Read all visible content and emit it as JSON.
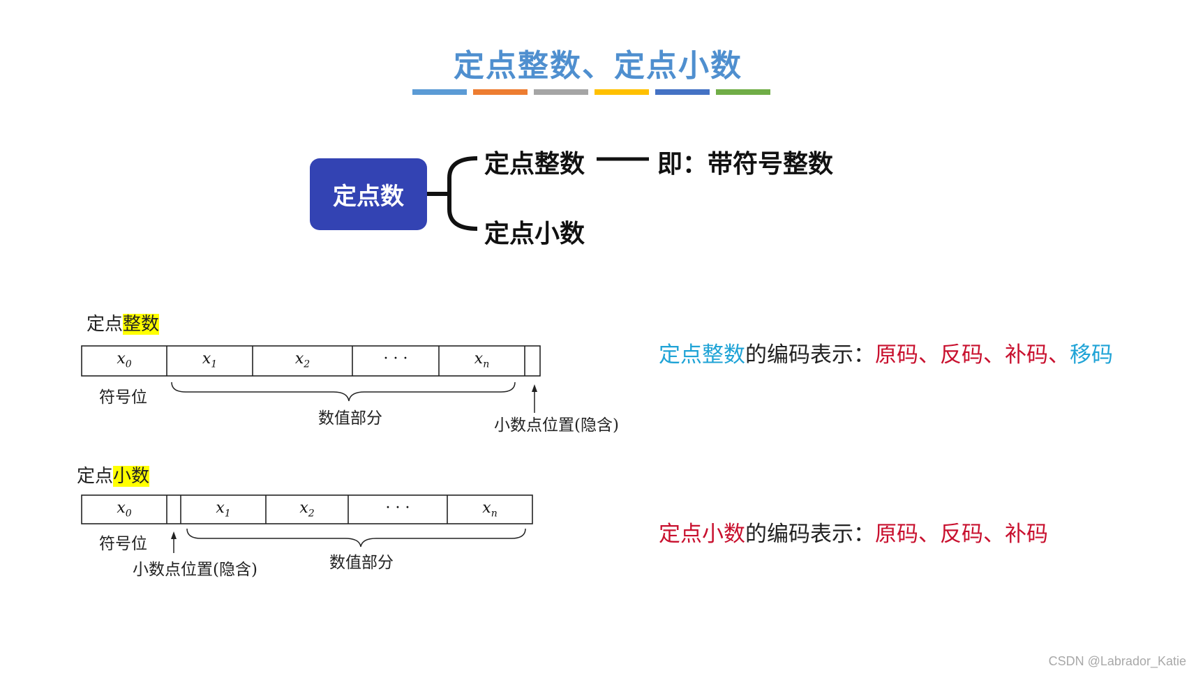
{
  "title": "定点整数、定点小数",
  "title_bar_colors": [
    "#5b9bd5",
    "#ed7d31",
    "#a5a5a5",
    "#ffc000",
    "#4472c4",
    "#70ad47"
  ],
  "mindmap": {
    "root": "定点数",
    "branch_integer": "定点整数",
    "branch_fraction": "定点小数",
    "integer_note": "即：带符号整数"
  },
  "integer_figure": {
    "caption_prefix": "定点",
    "caption_highlight": "整数",
    "cells": [
      {
        "base": "x",
        "sub": "0"
      },
      {
        "base": "x",
        "sub": "1"
      },
      {
        "base": "x",
        "sub": "2"
      },
      {
        "base": "· · ·",
        "sub": ""
      },
      {
        "base": "x",
        "sub": "n"
      }
    ],
    "sign_label": "符号位",
    "value_label": "数值部分",
    "point_label": "小数点位置(隐含)"
  },
  "fraction_figure": {
    "caption_prefix": "定点",
    "caption_highlight": "小数",
    "cells": [
      {
        "base": "x",
        "sub": "0"
      },
      {
        "base": "x",
        "sub": "1"
      },
      {
        "base": "x",
        "sub": "2"
      },
      {
        "base": "· · ·",
        "sub": ""
      },
      {
        "base": "x",
        "sub": "n"
      }
    ],
    "sign_label": "符号位",
    "value_label": "数值部分",
    "point_label": "小数点位置(隐含)"
  },
  "integer_encoding": {
    "subject": "定点整数",
    "connector": "的编码表示：",
    "items": [
      "原码、",
      "反码、",
      "补码、",
      "移码"
    ]
  },
  "fraction_encoding": {
    "subject": "定点小数",
    "connector": "的编码表示：",
    "items": [
      "原码、",
      "反码、",
      "补码"
    ]
  },
  "colors": {
    "subject_int": "#1fa3d6",
    "subject_frac": "#c8102e",
    "code": "#c8102e",
    "code_last": "#1fa3d6"
  },
  "watermark": "CSDN @Labrador_Katie"
}
